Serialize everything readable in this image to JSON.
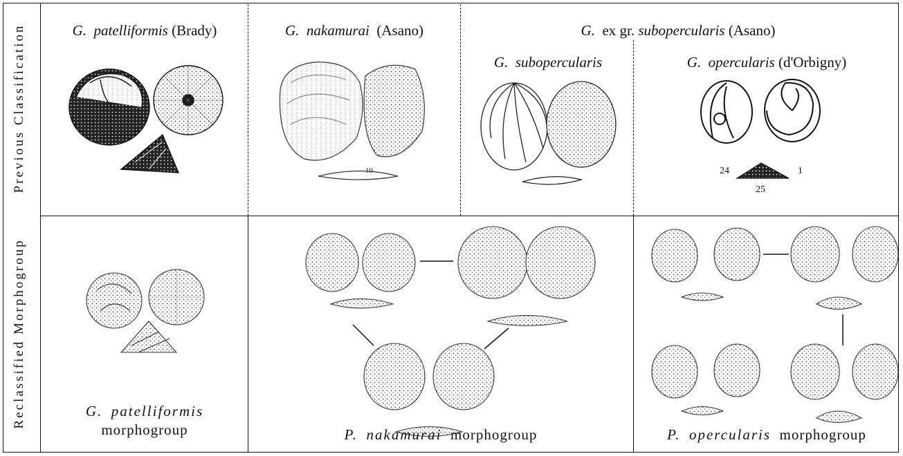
{
  "row_labels": {
    "previous": "Previous Classification",
    "reclassified": "Reclassified Morphogroup"
  },
  "previous_headers": {
    "patelliformis": {
      "genus": "G.",
      "species": "patelliformis",
      "author": "(Brady)"
    },
    "nakamurai": {
      "genus": "G.",
      "species": "nakamurai",
      "author": "(Asano)"
    },
    "group": {
      "genus": "G.",
      "prefix": "ex gr.",
      "species": "subopercularis",
      "author": "(Asano)"
    },
    "subopercularis": {
      "genus": "G.",
      "species": "subopercularis"
    },
    "opercularis": {
      "genus": "G.",
      "species": "opercularis",
      "author": "(d'Orbigny)"
    }
  },
  "figure_numbers": {
    "opercularis_left": "24",
    "opercularis_right": "1",
    "opercularis_side": "25",
    "nakamurai_side": "10"
  },
  "reclassified_captions": {
    "patelliformis": {
      "genus": "G.",
      "species": "patelliformis",
      "suffix": "morphogroup"
    },
    "nakamurai": {
      "genus": "P.",
      "species": "nakamurai",
      "suffix": "morphogroup"
    },
    "opercularis": {
      "genus": "P.",
      "species": "opercularis",
      "suffix": "morphogroup"
    }
  },
  "colors": {
    "ink": "#111111",
    "stipple": "#555555",
    "paper": "#ffffff"
  }
}
